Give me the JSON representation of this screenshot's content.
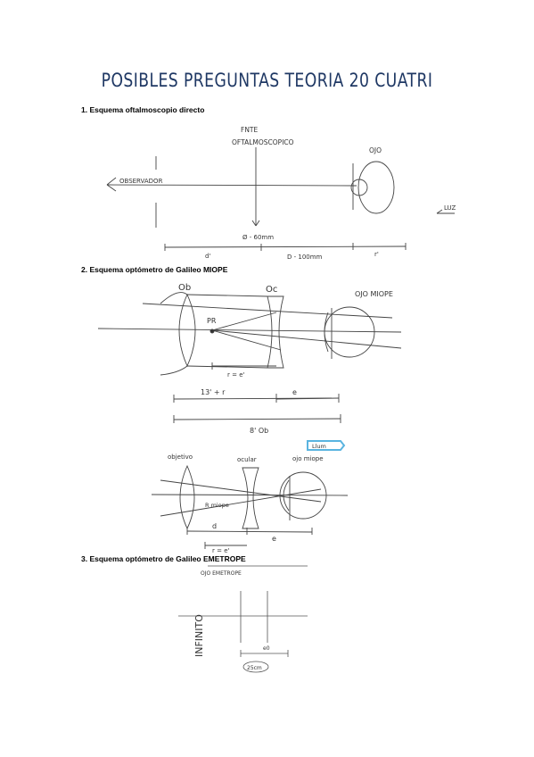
{
  "title": "POSIBLES PREGUNTAS TEORIA 20 CUATRI",
  "sections": [
    {
      "heading": "1. Esquema oftalmoscopio directo",
      "labels": {
        "source_top": "FNTE",
        "source_bottom": "OFTALMOSCOPICO",
        "observer": "OBSERVADOR",
        "eye": "OJO",
        "light": "LUZ",
        "focus": "Ø - 60mm",
        "dist_left": "d'",
        "dist_mid": "D - 100mm",
        "dist_right": "r'"
      }
    },
    {
      "heading": "2. Esquema optómetro de Galileo MIOPE",
      "labels": {
        "objective": "Ob",
        "ocular": "Oc",
        "eye": "OJO MIOPE",
        "remote_point": "PR",
        "r_eq": "r = e'",
        "sum": "13' + r",
        "e": "e",
        "total": "8' Ob"
      },
      "sub": {
        "objective": "objetivo",
        "ocular": "ocular",
        "eye": "ojo miope",
        "remote_point": "R miope",
        "d": "d",
        "e": "e",
        "r_eq": "r = e'",
        "tag": "Llum"
      }
    },
    {
      "heading": "3. Esquema optómetro de Galileo EMETROPE",
      "labels": {
        "eye": "OJO EMETROPE",
        "side": "INFINITO",
        "dist": "e0",
        "box": "25cm"
      }
    }
  ],
  "colors": {
    "title": "#1f3864",
    "ink": "#333333",
    "tag": "#5ab4e0"
  }
}
